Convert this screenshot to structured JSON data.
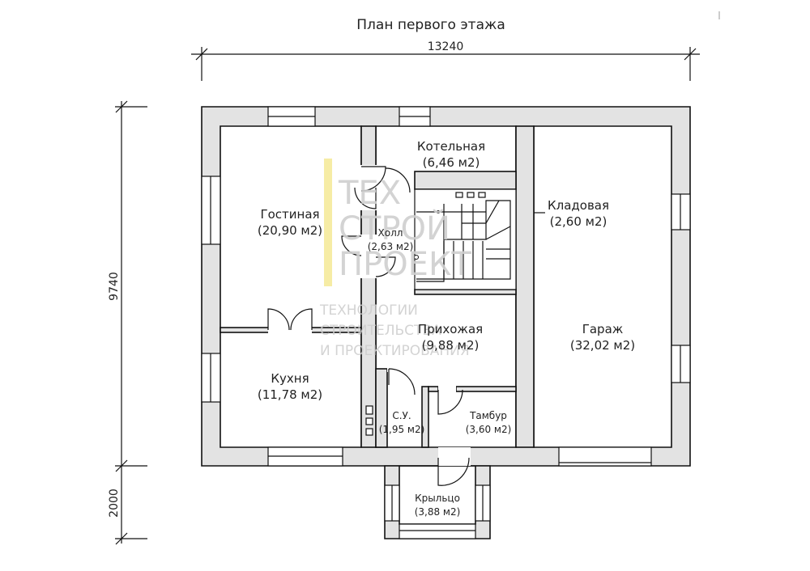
{
  "title": "План первого этажа",
  "dimensions": {
    "width": "13240",
    "height_main": "9740",
    "height_porch": "2000"
  },
  "rooms": {
    "gostinaya": {
      "name": "Гостиная",
      "area": "(20,90 м2)"
    },
    "kotelnaya": {
      "name": "Котельная",
      "area": "(6,46 м2)"
    },
    "holl": {
      "name": "Холл",
      "area": "(2,63 м2)"
    },
    "kladovaya": {
      "name": "Кладовая",
      "area": "(2,60 м2)"
    },
    "prihozhaya": {
      "name": "Прихожая",
      "area": "(9,88 м2)"
    },
    "garazh": {
      "name": "Гараж",
      "area": "(32,02 м2)"
    },
    "kuhnya": {
      "name": "Кухня",
      "area": "(11,78 м2)"
    },
    "su": {
      "name": "С.У.",
      "area": "(1,95 м2)"
    },
    "tambur": {
      "name": "Тамбур",
      "area": "(3,60 м2)"
    },
    "krylco": {
      "name": "Крыльцо",
      "area": "(3,88 м2)"
    }
  },
  "watermark": {
    "logo_lines": [
      "ТЕХ",
      "СТРОЙ",
      "ПРОЕКТ"
    ],
    "tag_lines": [
      "ТЕХНОЛОГИИ",
      "СТРОИТЕЛЬСТВА",
      "И ПРОЕКТИРОВАНИЯ"
    ],
    "accent": "#f3e27a"
  },
  "colors": {
    "wall": "#e3e3e3",
    "line": "#111111"
  }
}
